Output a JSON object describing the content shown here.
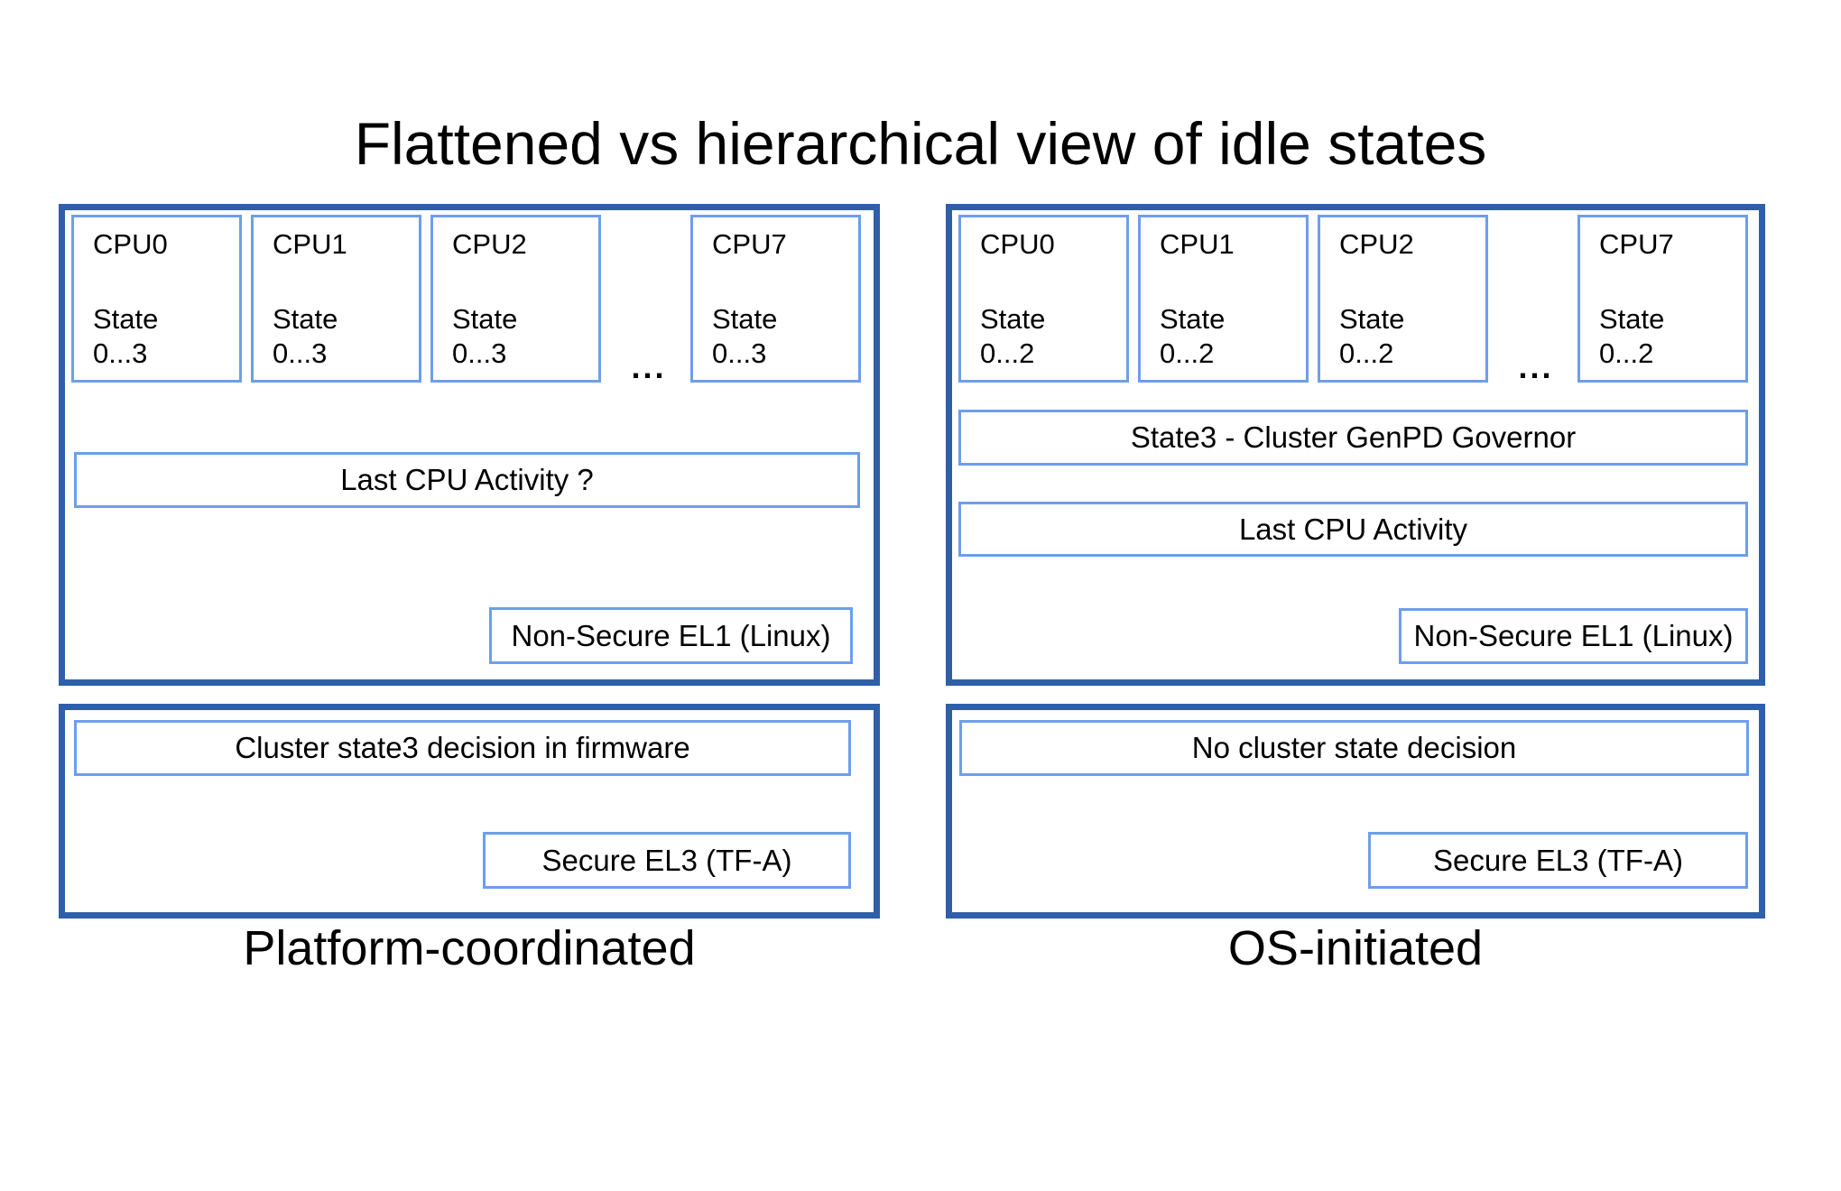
{
  "title": "Flattened vs hierarchical view of idle states",
  "colors": {
    "panel_border": "#2f5fa8",
    "box_border": "#6d9eeb",
    "text": "#000000",
    "background": "#ffffff"
  },
  "left": {
    "caption": "Platform-coordinated",
    "cpus": [
      {
        "label": "CPU0",
        "state": "State\n0...3"
      },
      {
        "label": "CPU1",
        "state": "State\n0...3"
      },
      {
        "label": "CPU2",
        "state": "State\n0...3"
      },
      {
        "label": "CPU7",
        "state": "State\n0...3"
      }
    ],
    "ellipsis": "...",
    "activity": "Last CPU Activity ?",
    "el1": "Non-Secure EL1 (Linux)",
    "decision": "Cluster state3 decision in firmware",
    "el3": "Secure EL3 (TF-A)"
  },
  "right": {
    "caption": "OS-initiated",
    "cpus": [
      {
        "label": "CPU0",
        "state": "State\n0...2"
      },
      {
        "label": "CPU1",
        "state": "State\n0...2"
      },
      {
        "label": "CPU2",
        "state": "State\n0...2"
      },
      {
        "label": "CPU7",
        "state": "State\n0...2"
      }
    ],
    "ellipsis": "...",
    "governor": "State3 - Cluster GenPD Governor",
    "activity": "Last CPU Activity",
    "el1": "Non-Secure EL1 (Linux)",
    "decision": "No cluster state decision",
    "el3": "Secure EL3 (TF-A)"
  }
}
